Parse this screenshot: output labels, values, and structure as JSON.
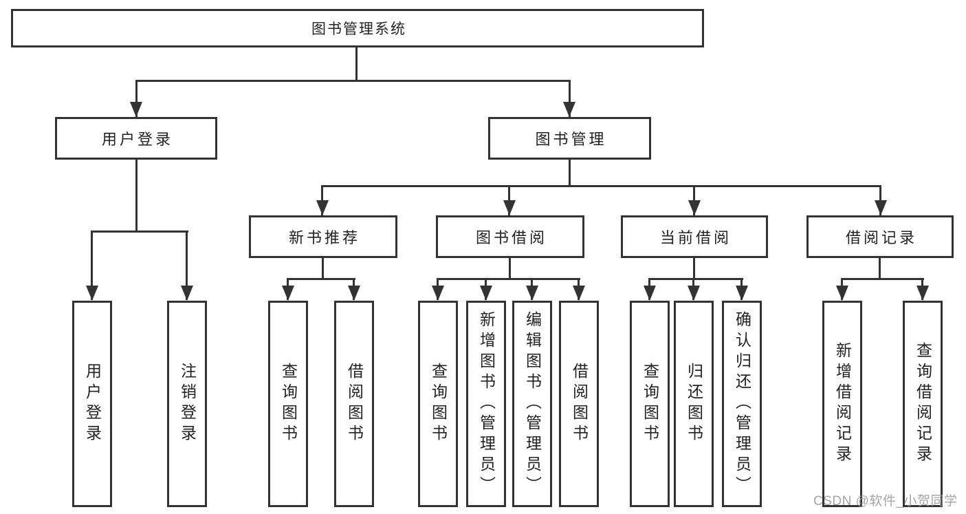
{
  "diagram": {
    "root": {
      "label": "图书管理系统"
    },
    "level2": [
      {
        "label": "用户登录"
      },
      {
        "label": "图书管理"
      }
    ],
    "level3": [
      {
        "label": "新书推荐"
      },
      {
        "label": "图书借阅"
      },
      {
        "label": "当前借阅"
      },
      {
        "label": "借阅记录"
      }
    ],
    "leaves": [
      {
        "label": "用户登录"
      },
      {
        "label": "注销登录"
      },
      {
        "label": "查询图书"
      },
      {
        "label": "借阅图书"
      },
      {
        "label": "查询图书"
      },
      {
        "label": "新增图书（管理员）"
      },
      {
        "label": "编辑图书（管理员）"
      },
      {
        "label": "借阅图书"
      },
      {
        "label": "查询图书"
      },
      {
        "label": "归还图书"
      },
      {
        "label": "确认归还（管理员）"
      },
      {
        "label": "新增借阅记录"
      },
      {
        "label": "查询借阅记录"
      }
    ]
  },
  "watermark": {
    "text": "CSDN @软件_小贺同学"
  },
  "colors": {
    "line": "#333333",
    "text": "#222222",
    "background": "#ffffff",
    "watermark": "#949494"
  }
}
